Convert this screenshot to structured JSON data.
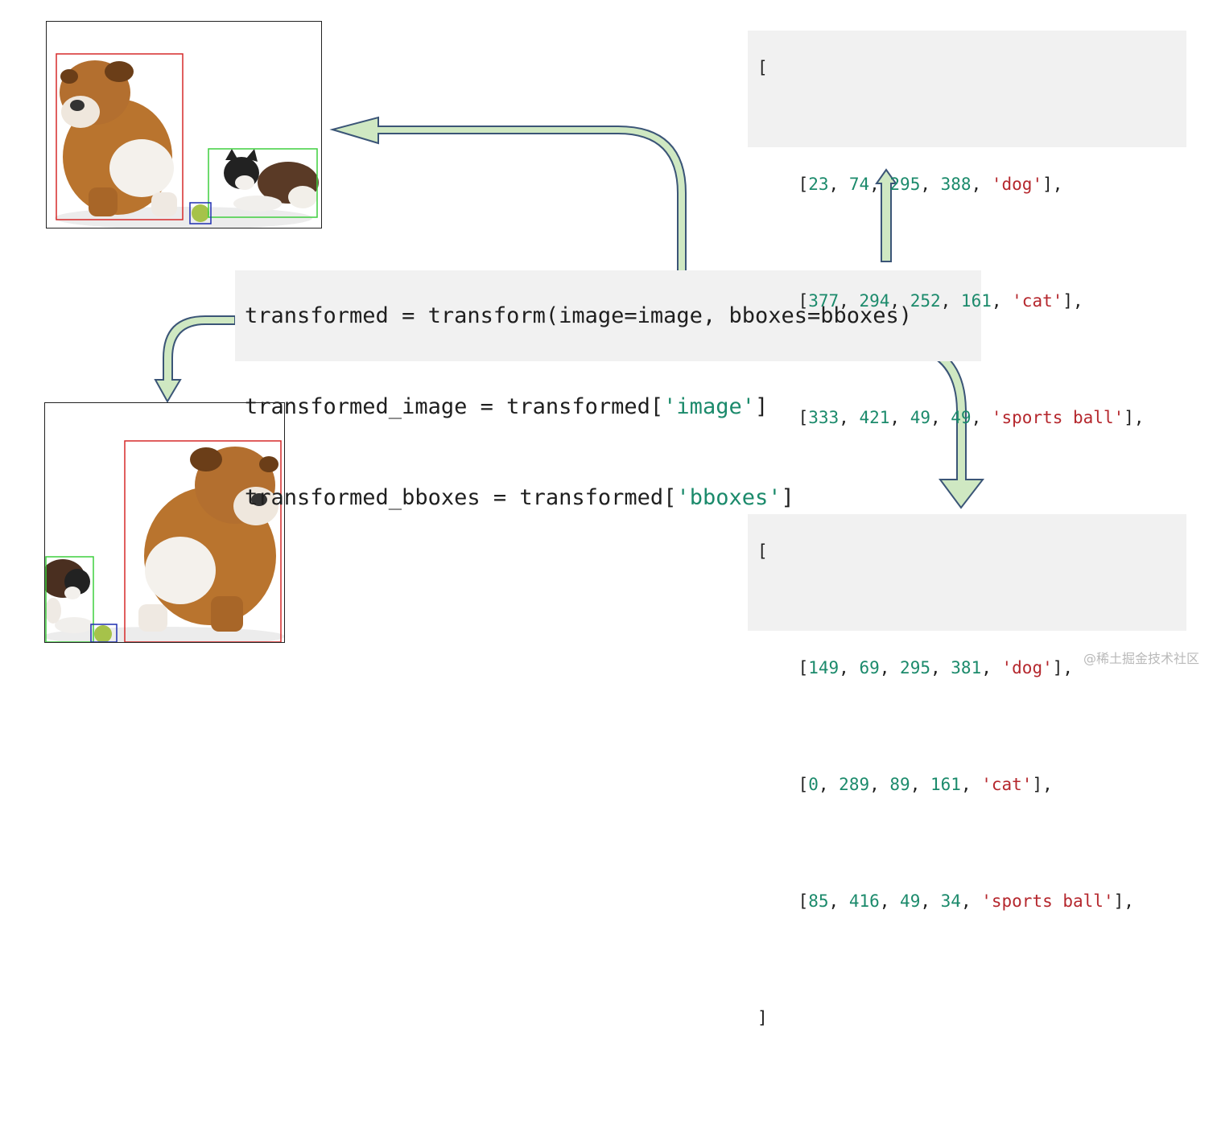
{
  "code": {
    "line1": "transformed = transform(image=image, bboxes=bboxes)",
    "line2_prefix": "transformed_image = transformed[",
    "line2_key": "'image'",
    "line2_suffix": "]",
    "line3_prefix": "transformed_bboxes = transformed[",
    "line3_key": "'bboxes'",
    "line3_suffix": "]"
  },
  "bboxes_original": {
    "open": "[",
    "close": "]",
    "rows": [
      {
        "x": "23",
        "y": "74",
        "w": "295",
        "h": "388",
        "label": "'dog'"
      },
      {
        "x": "377",
        "y": "294",
        "w": "252",
        "h": "161",
        "label": "'cat'"
      },
      {
        "x": "333",
        "y": "421",
        "w": "49",
        "h": "49",
        "label": "'sports ball'"
      }
    ]
  },
  "bboxes_transformed": {
    "open": "[",
    "close": "]",
    "rows": [
      {
        "x": "149",
        "y": "69",
        "w": "295",
        "h": "381",
        "label": "'dog'"
      },
      {
        "x": "0",
        "y": "289",
        "w": "89",
        "h": "161",
        "label": "'cat'"
      },
      {
        "x": "85",
        "y": "416",
        "w": "49",
        "h": "34",
        "label": "'sports ball'"
      }
    ]
  },
  "colors": {
    "dog_box": "#d62a2a",
    "cat_box": "#3ecf3e",
    "ball_box": "#1f2fb0",
    "arrow_fill": "#cfe8c2",
    "arrow_stroke": "#3b5577",
    "code_bg": "#f1f1f1"
  },
  "watermark": "@稀土掘金技术社区"
}
